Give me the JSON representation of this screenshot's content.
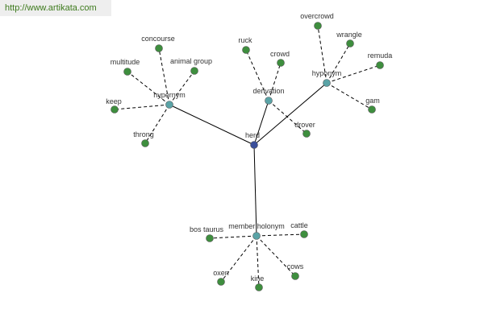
{
  "watermark": "http://www.artikata.com",
  "graph": {
    "center": "herd",
    "relations": [
      {
        "label": "hypernym",
        "terms": [
          "concourse",
          "multitude",
          "animal group",
          "keep",
          "throng"
        ]
      },
      {
        "label": "derivation",
        "terms": [
          "ruck",
          "crowd",
          "drover"
        ]
      },
      {
        "label": "hyponym",
        "terms": [
          "overcrowd",
          "wrangle",
          "remuda",
          "gam"
        ]
      },
      {
        "label": "member holonym",
        "terms": [
          "bos taurus",
          "cattle",
          "oxen",
          "kine",
          "cows"
        ]
      }
    ]
  },
  "colors": {
    "center_node": "#3b4f9a",
    "relation_node": "#5aa3a6",
    "leaf_node": "#3e8e3e",
    "edge": "#000000",
    "watermark_text": "#3d7a1c"
  }
}
